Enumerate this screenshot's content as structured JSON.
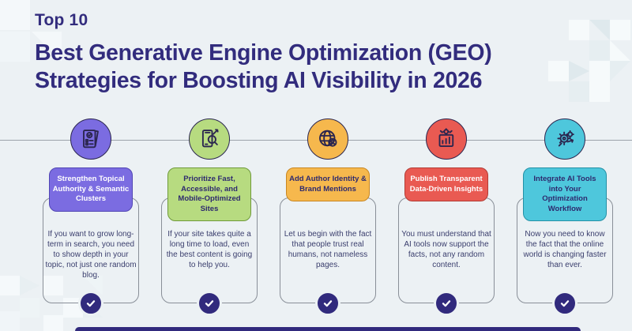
{
  "header": {
    "eyebrow": "Top 10",
    "title_line1": "Best Generative Engine Optimization (GEO)",
    "title_line2": "Strategies for Boosting AI Visibility in 2026"
  },
  "theme": {
    "background": "#ecf1f4",
    "heading_color": "#322c7d",
    "body_text_color": "#3a3e6d",
    "timeline_color": "#9da4ab",
    "card_border_color": "#898f98",
    "check_badge_color": "#312a7d",
    "footer_bar_color": "#312a7d",
    "icon_ink": "#2b264f"
  },
  "cards": [
    {
      "icon": "shield-checklist-document-icon",
      "accent": "#7b6ce1",
      "accent_border": "#5146b4",
      "title_color": "#ffffff",
      "title": "Strengthen Topical Authority & Semantic Clusters",
      "body": "If you want to grow long-term in search, you need to show depth in your topic, not just one random blog."
    },
    {
      "icon": "mobile-speed-search-icon",
      "accent": "#b7db80",
      "accent_border": "#6f9a3a",
      "title_color": "#2e2a6e",
      "title": "Prioritize Fast, Accessible, and Mobile-Optimized Sites",
      "body": "If your site takes quite a long time to load, even the best content is going to help you."
    },
    {
      "icon": "globe-author-icon",
      "accent": "#f6b84d",
      "accent_border": "#c98620",
      "title_color": "#2e2a6e",
      "title": "Add Author Identity & Brand Mentions",
      "body": "Let us begin with the fact that people trust real humans, not nameless pages."
    },
    {
      "icon": "data-chart-gear-icon",
      "accent": "#e95a52",
      "accent_border": "#b23b34",
      "title_color": "#ffffff",
      "title": "Publish Transparent Data-Driven Insights",
      "body": "You must understand that AI tools now support the facts, not any random content."
    },
    {
      "icon": "gears-workflow-icon",
      "accent": "#4ec7dc",
      "accent_border": "#2391a6",
      "title_color": "#2e2a6e",
      "title": "Integrate AI Tools into Your Optimization Workflow",
      "body": "Now you need to know the fact that the online world is changing faster than ever."
    }
  ]
}
